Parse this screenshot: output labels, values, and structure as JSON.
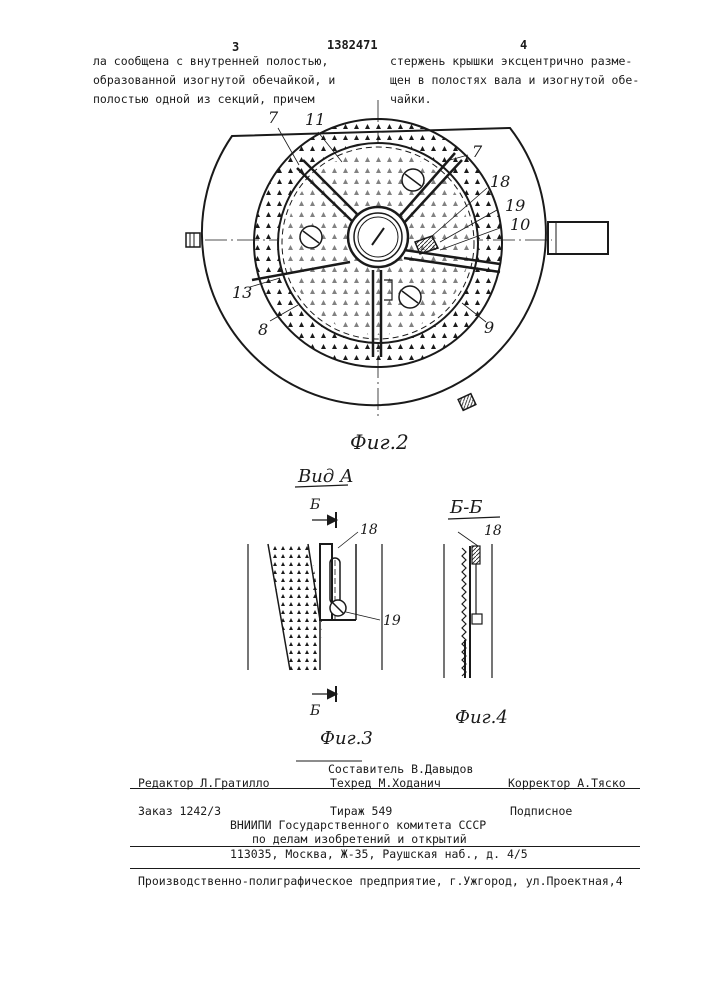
{
  "header": {
    "page_left": "3",
    "patent_number": "1382471",
    "page_right": "4"
  },
  "text": {
    "left_col": [
      "ла сообщена с внутренней полостью,",
      "образованной изогнутой обечайкой, и",
      "полостью одной из секций, причем"
    ],
    "right_col": [
      "стержень крышки эксцентрично разме-",
      "щен в полостях вала и изогнутой обе-",
      "чайки."
    ]
  },
  "fig2": {
    "caption": "Фиг.2",
    "labels": [
      "7",
      "11",
      "7",
      "18",
      "19",
      "10",
      "13",
      "8",
      "9"
    ]
  },
  "fig3": {
    "view_label": "Вид А",
    "section_mark_top": "Б",
    "section_mark_bottom": "Б",
    "label_18": "18",
    "label_19": "19",
    "caption": "Фиг.3"
  },
  "fig4": {
    "section_label": "Б-Б",
    "label_18": "18",
    "caption": "Фиг.4"
  },
  "imprint": {
    "editor": "Редактор Л.Гратилло",
    "compiler": "Составитель В.Давыдов",
    "techred": "Техред М.Ходанич",
    "corrector": "Корректор А.Тяско",
    "order": "Заказ 1242/3",
    "circulation": "Тираж 549",
    "subscription": "Подписное",
    "org_line1": "ВНИИПИ Государственного комитета СССР",
    "org_line2": "по делам изобретений и открытий",
    "org_line3": "113035, Москва, Ж-35, Раушская наб., д. 4/5",
    "printer": "Производственно-полиграфическое предприятие, г.Ужгород, ул.Проектная,4"
  }
}
